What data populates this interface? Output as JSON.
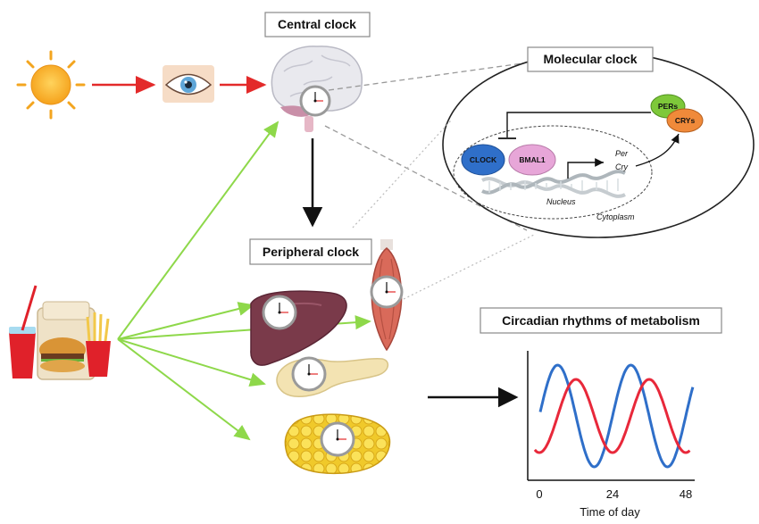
{
  "labels": {
    "central_clock": "Central clock",
    "molecular_clock": "Molecular clock",
    "peripheral_clock": "Peripheral clock",
    "circadian_title": "Circadian rhythms of metabolism"
  },
  "molecular": {
    "clock": "CLOCK",
    "bmal1": "BMAL1",
    "pers": "PERs",
    "crys": "CRYs",
    "per": "Per",
    "cry": "Cry",
    "nucleus": "Nucleus",
    "cytoplasm": "Cytoplasm"
  },
  "chart_data": {
    "type": "line",
    "xlabel": "Time of day",
    "ticks": [
      "0",
      "24",
      "48"
    ],
    "x_range": [
      0,
      48
    ],
    "series": [
      {
        "color": "#2f6fc9",
        "phase_hours": 6,
        "period_hours": 24
      },
      {
        "color": "#e8283a",
        "phase_hours": 12,
        "period_hours": 24
      }
    ]
  },
  "colors": {
    "input_arrow": "#e32a2a",
    "food_arrow": "#8ed84a",
    "clock_protein": "#2f6fc9",
    "bmal1": "#e7a6d8",
    "pers": "#7ec83a",
    "crys": "#f08a3a"
  }
}
